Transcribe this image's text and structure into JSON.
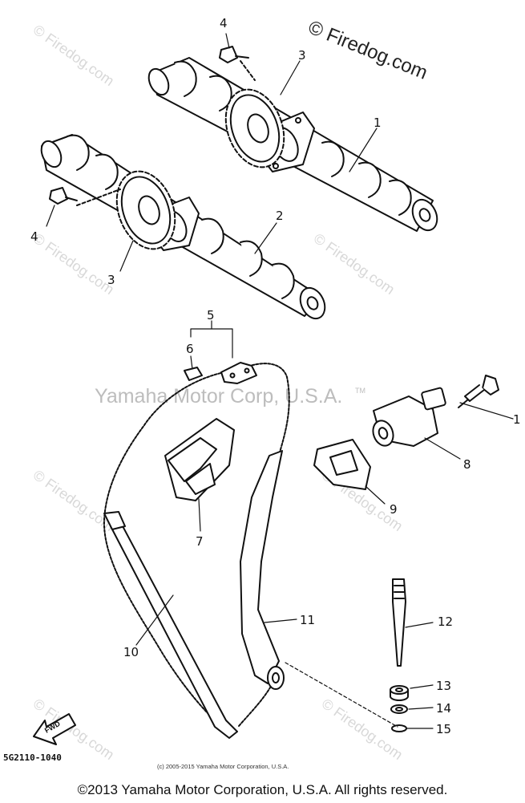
{
  "watermark": {
    "copyright_corner": "© Firedog.com",
    "center": "Yamaha Motor Corp, U.S.A.",
    "tm": "TM",
    "repeat": "© Firedog.com"
  },
  "callouts": {
    "c1": "1",
    "c2": "2",
    "c3a": "3",
    "c3b": "3",
    "c4a": "4",
    "c4b": "4",
    "c5": "5",
    "c6": "6",
    "c7": "7",
    "c8": "8",
    "c9": "9",
    "c10": "10",
    "c11": "11",
    "c12": "12",
    "c13": "13",
    "c14": "14",
    "c15": "15",
    "c16": "1"
  },
  "fwd_label": "FWD",
  "part_code": "5G2110-1040",
  "small_copyright": "(c) 2005-2015 Yamaha Motor Corporation, U.S.A.",
  "footer": "©2013 Yamaha Motor Corporation, U.S.A. All rights reserved."
}
